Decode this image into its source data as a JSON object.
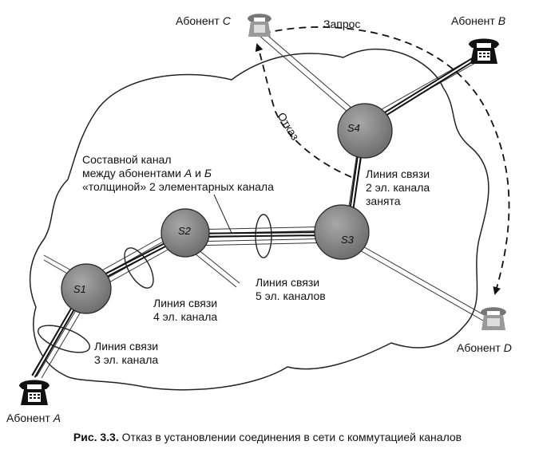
{
  "subscribers": {
    "a": {
      "prefix": "Абонент",
      "letter": "A"
    },
    "b": {
      "prefix": "Абонент",
      "letter": "B"
    },
    "c": {
      "prefix": "Абонент",
      "letter": "C"
    },
    "d": {
      "prefix": "Абонент",
      "letter": "D"
    }
  },
  "nodes": {
    "s1": "S1",
    "s2": "S2",
    "s3": "S3",
    "s4": "S4"
  },
  "arrows": {
    "request": "Запрос",
    "refusal": "Отказ"
  },
  "composite_channel": {
    "line1": "Составной канал",
    "line2_prefix": "между абонентами",
    "line2_a": "А",
    "line2_and": "и",
    "line2_b": "Б",
    "line3": "«толщиной» 2 элементарных канала"
  },
  "links": {
    "link3": {
      "line1": "Линия связи",
      "line2": "3 эл. канала"
    },
    "link4": {
      "line1": "Линия связи",
      "line2": "4 эл. канала"
    },
    "link5": {
      "line1": "Линия связи",
      "line2": "5 эл. каналов"
    },
    "link2": {
      "line1": "Линия связи",
      "line2": "2 эл. канала",
      "line3": "занята"
    }
  },
  "caption": {
    "number": "Рис. 3.3.",
    "text": "Отказ в установлении соединения в сети с коммутацией каналов"
  }
}
